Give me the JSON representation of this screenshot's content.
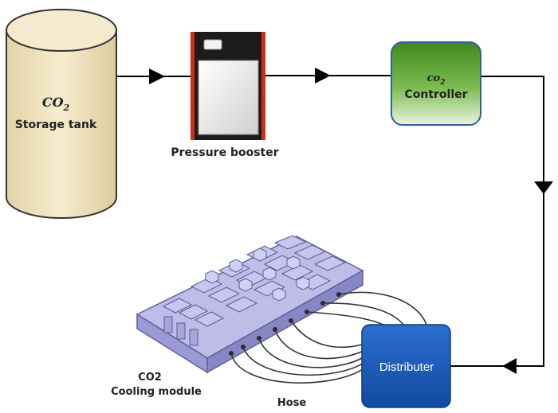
{
  "storage_tank": {
    "formula": "CO",
    "subscript": "2",
    "label": "Storage tank"
  },
  "pressure_booster": {
    "label": "Pressure booster"
  },
  "controller": {
    "formula": "co",
    "subscript": "2",
    "label": "Controller"
  },
  "distributer": {
    "label": "Distributer"
  },
  "cooling_module": {
    "line1": "CO2",
    "line2": "Cooling module"
  },
  "hose": {
    "label": "Hose"
  },
  "colors": {
    "tank_fill": "#efe3c0",
    "controller_fill": "#5aa02c",
    "distributer_fill": "#1a5cb8",
    "booster_trim": "#d42a1a",
    "module_fill": "#b9b9e6"
  }
}
